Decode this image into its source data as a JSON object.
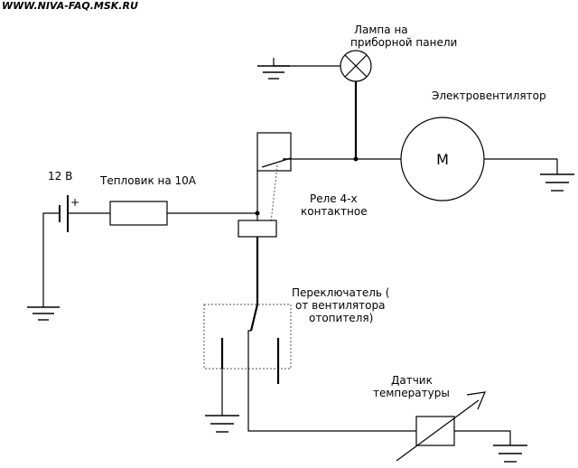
{
  "watermark": "WWW.NIVA-FAQ.MSK.RU",
  "labels": {
    "lamp_line1": "Лампа на",
    "lamp_line2": "приборной панели",
    "motor_title": "Электровентилятор",
    "motor_symbol": "M",
    "battery_voltage": "12 В",
    "battery_plus": "+",
    "fuse": "Тепловик на 10А",
    "relay_line1": "Реле 4-х",
    "relay_line2": "контактное",
    "switch_line1": "Переключатель (",
    "switch_line2": "от вентилятора",
    "switch_line3": "отопителя)",
    "sensor_line1": "Датчик",
    "sensor_line2": "температуры"
  }
}
